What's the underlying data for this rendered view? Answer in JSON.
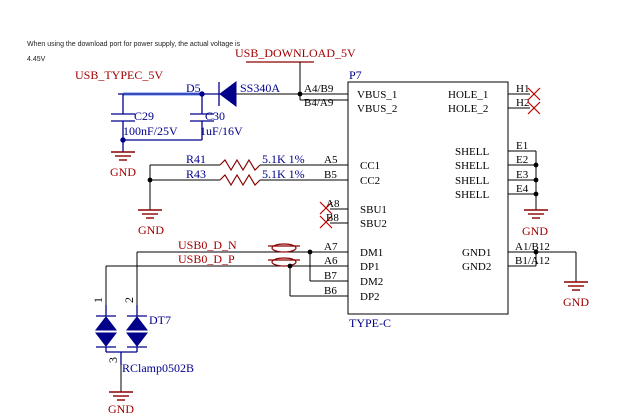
{
  "note": {
    "line1": "When using the download port for power supply, the actual voltage is",
    "line2": "4.45V"
  },
  "nets": {
    "usb_download": "USB_DOWNLOAD_5V",
    "usb_typec": "USB_TYPEC_5V",
    "usb_dn": "USB0_D_N",
    "usb_dp": "USB0_D_P"
  },
  "parts": {
    "d5": "D5",
    "d5_value": "SS340A",
    "c29": "C29",
    "c29_value": "100nF/25V",
    "c30": "C30",
    "c30_value": "1uF/16V",
    "r41": "R41",
    "r43": "R43",
    "r41_value": "5.1K  1%",
    "r43_value": "5.1K  1%",
    "dt7": "DT7",
    "dt7_value": "RClamp0502B",
    "connector_ref": "P7",
    "connector_type": "TYPE-C"
  },
  "gnd_label": "GND",
  "pins_left": [
    {
      "num": "A4/B9",
      "name": "VBUS_1"
    },
    {
      "num": "B4/A9",
      "name": "VBUS_2"
    },
    {
      "num": "A5",
      "name": "CC1"
    },
    {
      "num": "B5",
      "name": "CC2"
    },
    {
      "num": "A8",
      "name": "SBU1"
    },
    {
      "num": "B8",
      "name": "SBU2"
    },
    {
      "num": "A7",
      "name": "DM1"
    },
    {
      "num": "A6",
      "name": "DP1"
    },
    {
      "num": "B7",
      "name": "DM2"
    },
    {
      "num": "B6",
      "name": "DP2"
    }
  ],
  "pins_right": [
    {
      "num": "H1",
      "name": "HOLE_1"
    },
    {
      "num": "H2",
      "name": "HOLE_2"
    },
    {
      "num": "E1",
      "name": "SHELL"
    },
    {
      "num": "E2",
      "name": "SHELL"
    },
    {
      "num": "E3",
      "name": "SHELL"
    },
    {
      "num": "E4",
      "name": "SHELL"
    },
    {
      "num": "A1/B12",
      "name": "GND1"
    },
    {
      "num": "B1/A12",
      "name": "GND2"
    }
  ],
  "dt7_pins": [
    "1",
    "2",
    "3"
  ]
}
